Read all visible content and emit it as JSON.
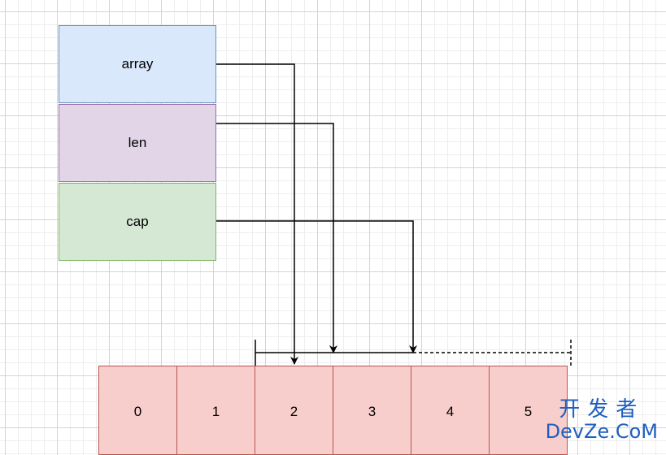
{
  "struct_fields": [
    {
      "id": "array",
      "label": "array"
    },
    {
      "id": "len",
      "label": "len"
    },
    {
      "id": "cap",
      "label": "cap"
    }
  ],
  "array_cells": [
    "0",
    "1",
    "2",
    "3",
    "4",
    "5"
  ],
  "slice_view": {
    "array_points_to_index": 2,
    "len_points_to_index": 3,
    "cap_points_to_index": 4
  },
  "watermark": {
    "line1": "开发者",
    "line2": "DevZe.CoM"
  },
  "colors": {
    "array_fill": "#dae8fc",
    "len_fill": "#e1d5e7",
    "cap_fill": "#d5e8d4",
    "cell_fill": "#f8cecc",
    "cell_stroke": "#b85450",
    "watermark": "#1f5fbf"
  }
}
